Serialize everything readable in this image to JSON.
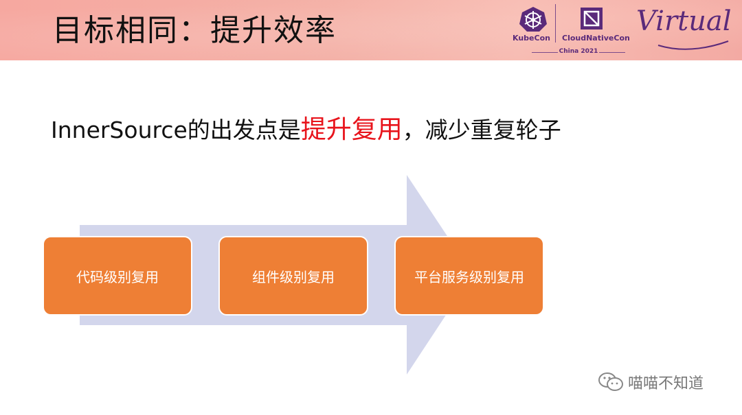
{
  "header": {
    "title": "目标相同：提升效率",
    "logos": {
      "kubecon": "KubeCon",
      "cncf": "CloudNativeCon",
      "event": "China 2021",
      "virtual": "Virtual"
    }
  },
  "subtitle": {
    "prefix": "InnerSource的出发点是",
    "highlight": "提升复用",
    "suffix": "，减少重复轮子"
  },
  "stages": [
    {
      "label": "代码级别复用"
    },
    {
      "label": "组件级别复用"
    },
    {
      "label": "平台服务级别复用"
    }
  ],
  "watermark": {
    "text": "喵喵不知道"
  },
  "colors": {
    "header_bg": "#f6a8a0",
    "highlight": "#e8141c",
    "box": "#ee7f35",
    "arrow": "#d3d6ec",
    "logo": "#5a2a7a"
  }
}
